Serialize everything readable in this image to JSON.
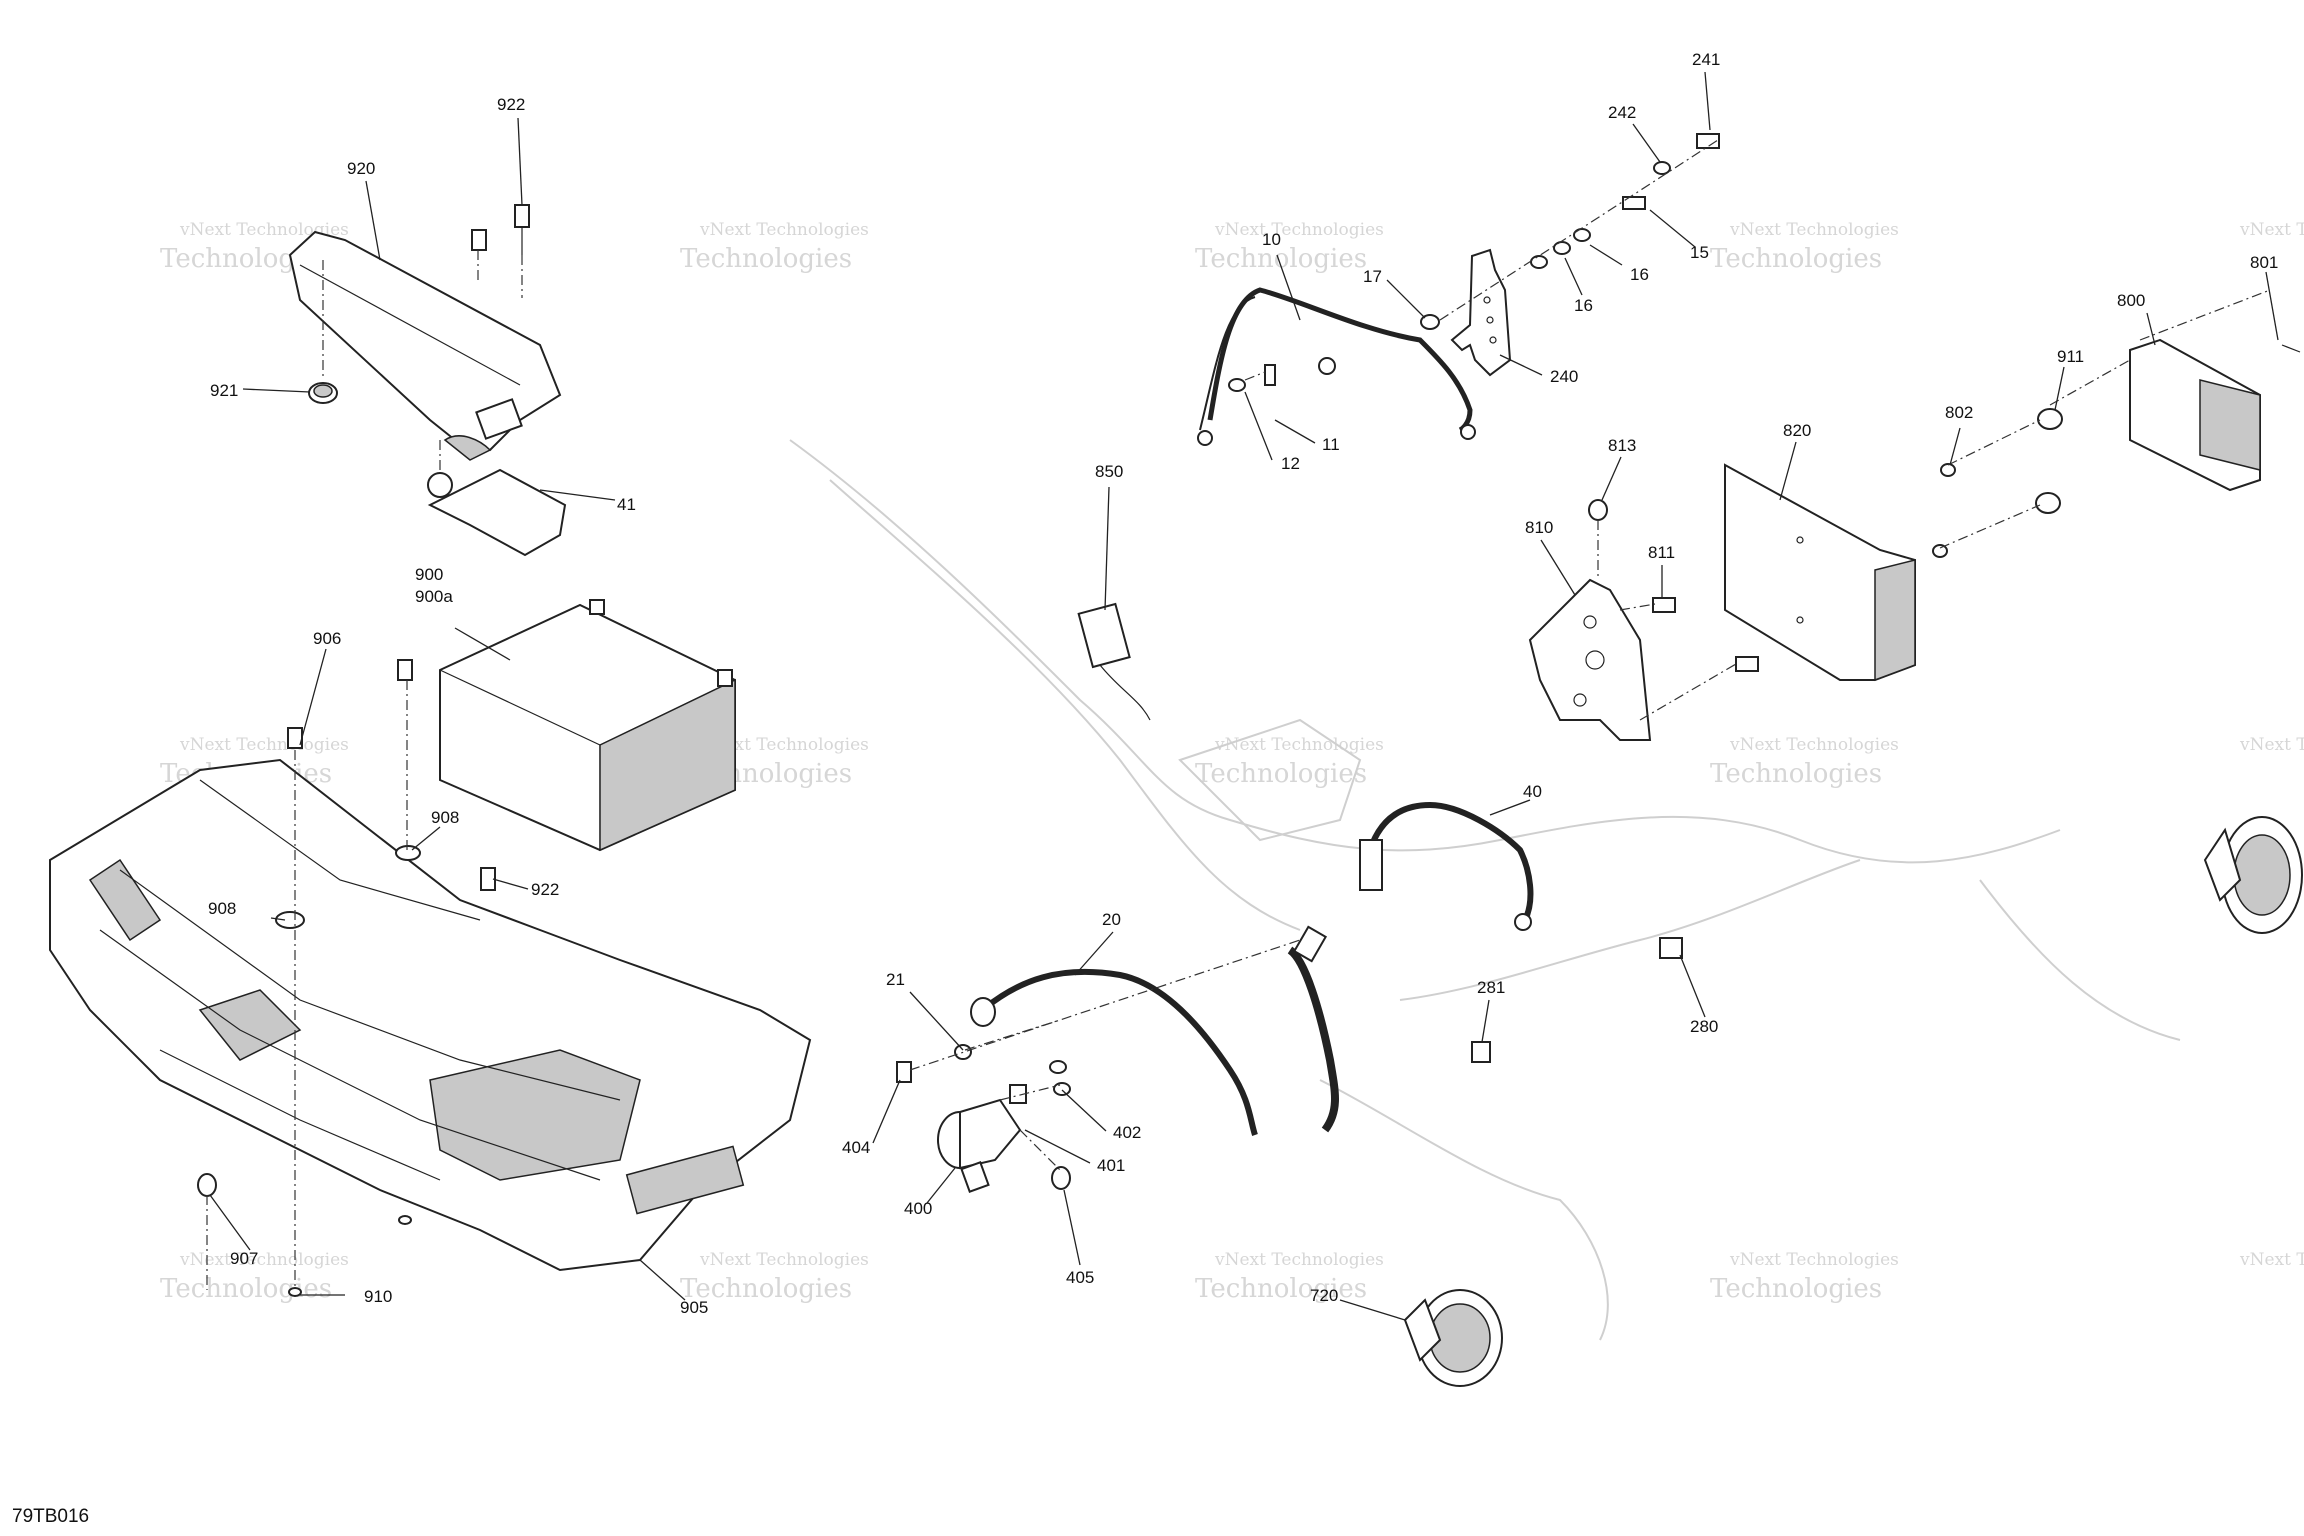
{
  "figure_id": "79TB016",
  "watermark": {
    "line1": "vNext Technologies",
    "line2": "Technologies"
  },
  "callouts": [
    "241",
    "242",
    "15",
    "16",
    "16",
    "17",
    "10",
    "240",
    "11",
    "12",
    "922",
    "920",
    "921",
    "41",
    "850",
    "800",
    "801",
    "911",
    "802",
    "820",
    "813",
    "810",
    "811",
    "900",
    "900a",
    "906",
    "908",
    "922",
    "908",
    "40",
    "20",
    "21",
    "281",
    "280",
    "402",
    "401",
    "404",
    "400",
    "405",
    "907",
    "910",
    "905",
    "720"
  ]
}
